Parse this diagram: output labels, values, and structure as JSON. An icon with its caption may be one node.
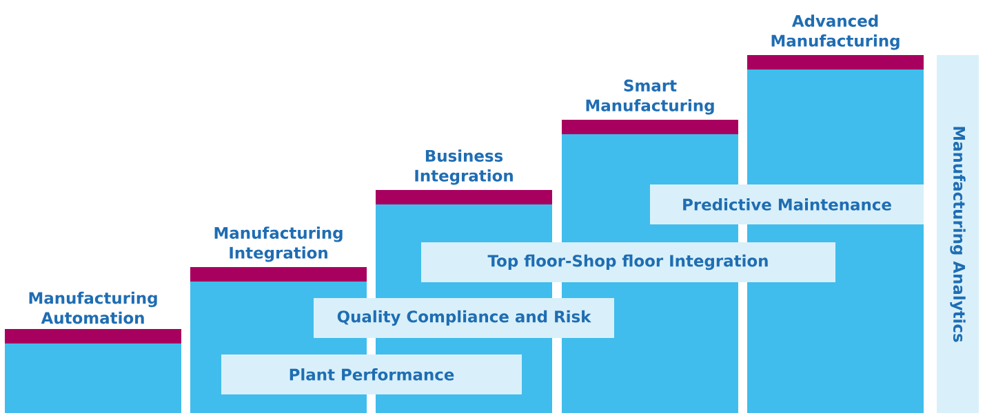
{
  "diagram": {
    "nodes": [
      {
        "text": [
          "Manufacturing Automation"
        ]
      },
      {
        "text": [
          "Manufacturing Integration"
        ]
      },
      {
        "text": [
          "Business Integration"
        ]
      },
      {
        "text": [
          "Smart Manufacturing"
        ]
      },
      {
        "text": [
          "Advanced Manufacturing"
        ]
      },
      {
        "text": [
          "Predictive Maintenance"
        ]
      },
      {
        "text": [
          "Top floor-Shop floor Integration"
        ]
      },
      {
        "text": [
          "Quality Compliance and Risk"
        ]
      },
      {
        "text": [
          "Plant Performance"
        ]
      },
      {
        "text": [
          "Manufacturing Analytics"
        ]
      }
    ]
  }
}
